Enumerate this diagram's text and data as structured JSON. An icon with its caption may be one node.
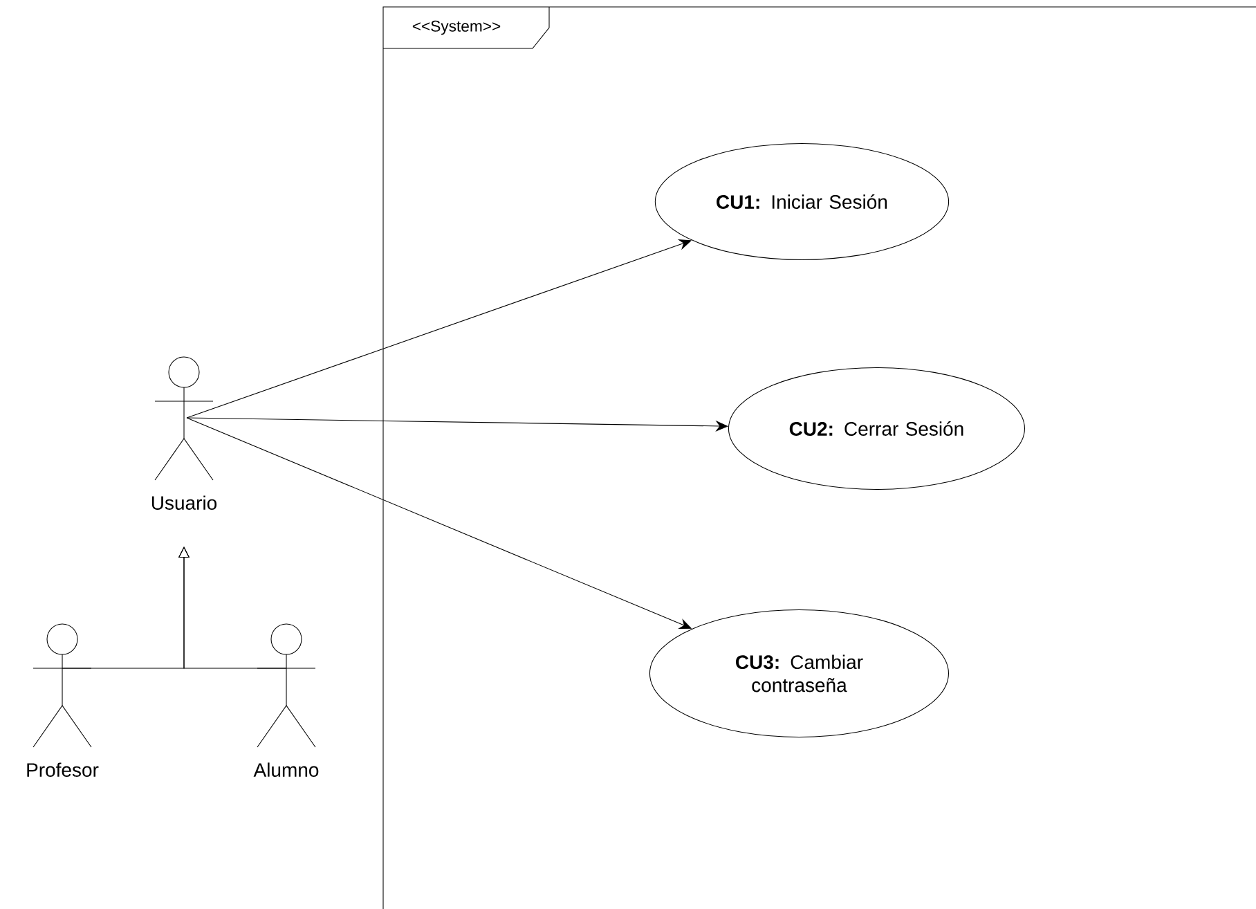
{
  "diagram": {
    "nodes": [
      {
        "text": [
          "<<System>>"
        ]
      },
      {
        "text": [
          "Usuario"
        ]
      },
      {
        "text": [
          "**CU1:** Iniciar Sesión"
        ],
        "in": 0
      },
      {
        "text": [
          "**CU2:** Cerrar Sesión"
        ],
        "in": 0
      },
      {
        "text": [
          "**CU3:** Cambiar contraseña"
        ],
        "in": 0
      },
      {
        "text": [
          "Profesor"
        ]
      },
      {
        "text": [
          "Alumno"
        ]
      }
    ],
    "edges": [
      {
        "from": 1,
        "to": 2,
        "arrow": "to"
      },
      {
        "from": 1,
        "to": 3,
        "arrow": "to"
      },
      {
        "from": 1,
        "to": 4,
        "arrow": "to"
      },
      {
        "from": 5,
        "to": 1,
        "arrow": "to"
      },
      {
        "from": 6,
        "to": 1,
        "arrow": "to"
      }
    ]
  }
}
